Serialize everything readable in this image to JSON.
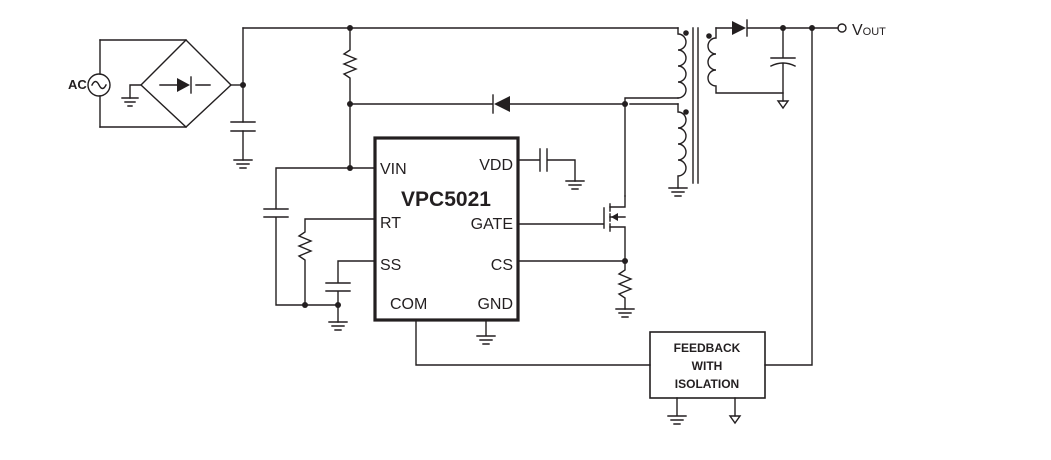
{
  "source_label": "AC",
  "output_label": {
    "main": "V",
    "sub": "OUT"
  },
  "ic": {
    "name": "VPC5021",
    "pins": {
      "vin": "VIN",
      "rt": "RT",
      "ss": "SS",
      "com": "COM",
      "vdd": "VDD",
      "gate": "GATE",
      "cs": "CS",
      "gnd": "GND"
    }
  },
  "feedback_block": {
    "line1": "FEEDBACK",
    "line2": "WITH",
    "line3": "ISOLATION"
  },
  "colors": {
    "ink": "#231f20",
    "background": "#ffffff"
  }
}
